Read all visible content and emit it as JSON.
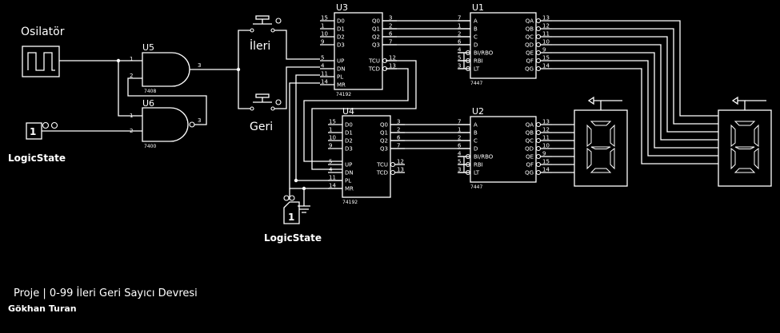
{
  "labels": {
    "oscillator": "Osilatör",
    "forward": "İleri",
    "backward": "Geri",
    "logic_state_1": "LogicState",
    "logic_state_2": "LogicState",
    "logic_value_1": "1",
    "logic_value_2": "1"
  },
  "components": {
    "u5": {
      "ref": "U5",
      "part": "7408"
    },
    "u6": {
      "ref": "U6",
      "part": "7400"
    },
    "u3": {
      "ref": "U3",
      "part": "74192"
    },
    "u4": {
      "ref": "U4",
      "part": "74192"
    },
    "u1": {
      "ref": "U1",
      "part": "7447"
    },
    "u2": {
      "ref": "U2",
      "part": "7447"
    }
  },
  "gate_pins": {
    "in1": "1",
    "in2": "2",
    "out": "3"
  },
  "counter_pins": {
    "left": [
      {
        "num": "15",
        "name": "D0"
      },
      {
        "num": "1",
        "name": "D1"
      },
      {
        "num": "10",
        "name": "D2"
      },
      {
        "num": "9",
        "name": "D3"
      },
      {
        "num": "5",
        "name": "UP"
      },
      {
        "num": "4",
        "name": "DN"
      },
      {
        "num": "11",
        "name": "PL"
      },
      {
        "num": "14",
        "name": "MR"
      }
    ],
    "right": [
      {
        "num": "3",
        "name": "Q0"
      },
      {
        "num": "2",
        "name": "Q1"
      },
      {
        "num": "6",
        "name": "Q2"
      },
      {
        "num": "7",
        "name": "Q3"
      },
      {
        "num": "12",
        "name": "TCU"
      },
      {
        "num": "13",
        "name": "TCD"
      }
    ]
  },
  "decoder_pins": {
    "left": [
      {
        "num": "7",
        "name": "A"
      },
      {
        "num": "1",
        "name": "B"
      },
      {
        "num": "2",
        "name": "C"
      },
      {
        "num": "6",
        "name": "D"
      },
      {
        "num": "4",
        "name": "BI/RBO"
      },
      {
        "num": "5",
        "name": "RBI"
      },
      {
        "num": "3",
        "name": "LT"
      }
    ],
    "right": [
      {
        "num": "13",
        "name": "QA"
      },
      {
        "num": "12",
        "name": "QB"
      },
      {
        "num": "11",
        "name": "QC"
      },
      {
        "num": "10",
        "name": "QD"
      },
      {
        "num": "9",
        "name": "QE"
      },
      {
        "num": "15",
        "name": "QF"
      },
      {
        "num": "14",
        "name": "QG"
      }
    ]
  },
  "footer": {
    "title": "Proje | 0-99 İleri Geri Sayıcı Devresi",
    "author": "Gökhan Turan"
  }
}
